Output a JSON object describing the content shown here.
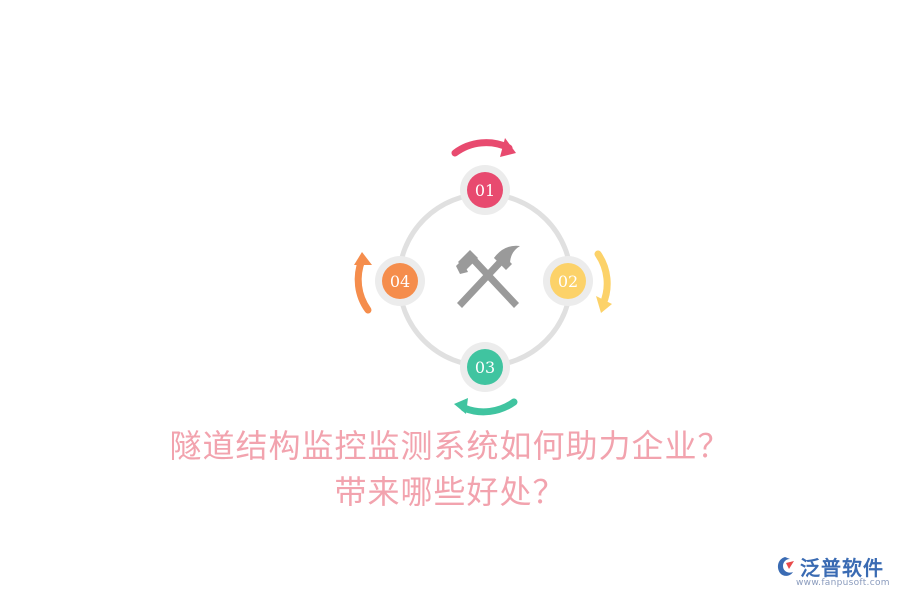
{
  "steps": [
    {
      "label": "01",
      "color": "#e84a6f",
      "arrow_color": "#e84a6f"
    },
    {
      "label": "02",
      "color": "#fcd269",
      "arrow_color": "#fcd269"
    },
    {
      "label": "03",
      "color": "#40c4a0",
      "arrow_color": "#40c4a0"
    },
    {
      "label": "04",
      "color": "#f58d4c",
      "arrow_color": "#f58d4c"
    }
  ],
  "center_icon": "hammer-pick-crossed-icon",
  "headline": {
    "line1": "隧道结构监控监测系统如何助力企业？",
    "line2": "带来哪些好处？",
    "color": "#f2a3ae"
  },
  "logo": {
    "brand": "泛普软件",
    "url": "www.fanpusoft.com",
    "icon": "fanpu-logo-icon"
  }
}
